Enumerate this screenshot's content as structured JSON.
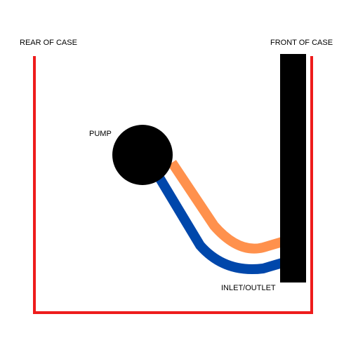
{
  "labels": {
    "rear": "REAR OF CASE",
    "front": "FRONT OF CASE",
    "pump": "PUMP",
    "inlet_outlet": "INLET/OUTLET"
  },
  "colors": {
    "case_outline": "#ee1c1c",
    "front_panel": "#000000",
    "pump": "#000000",
    "tube_upper": "#ff914d",
    "tube_lower": "#0047ab",
    "background": "#ffffff"
  }
}
